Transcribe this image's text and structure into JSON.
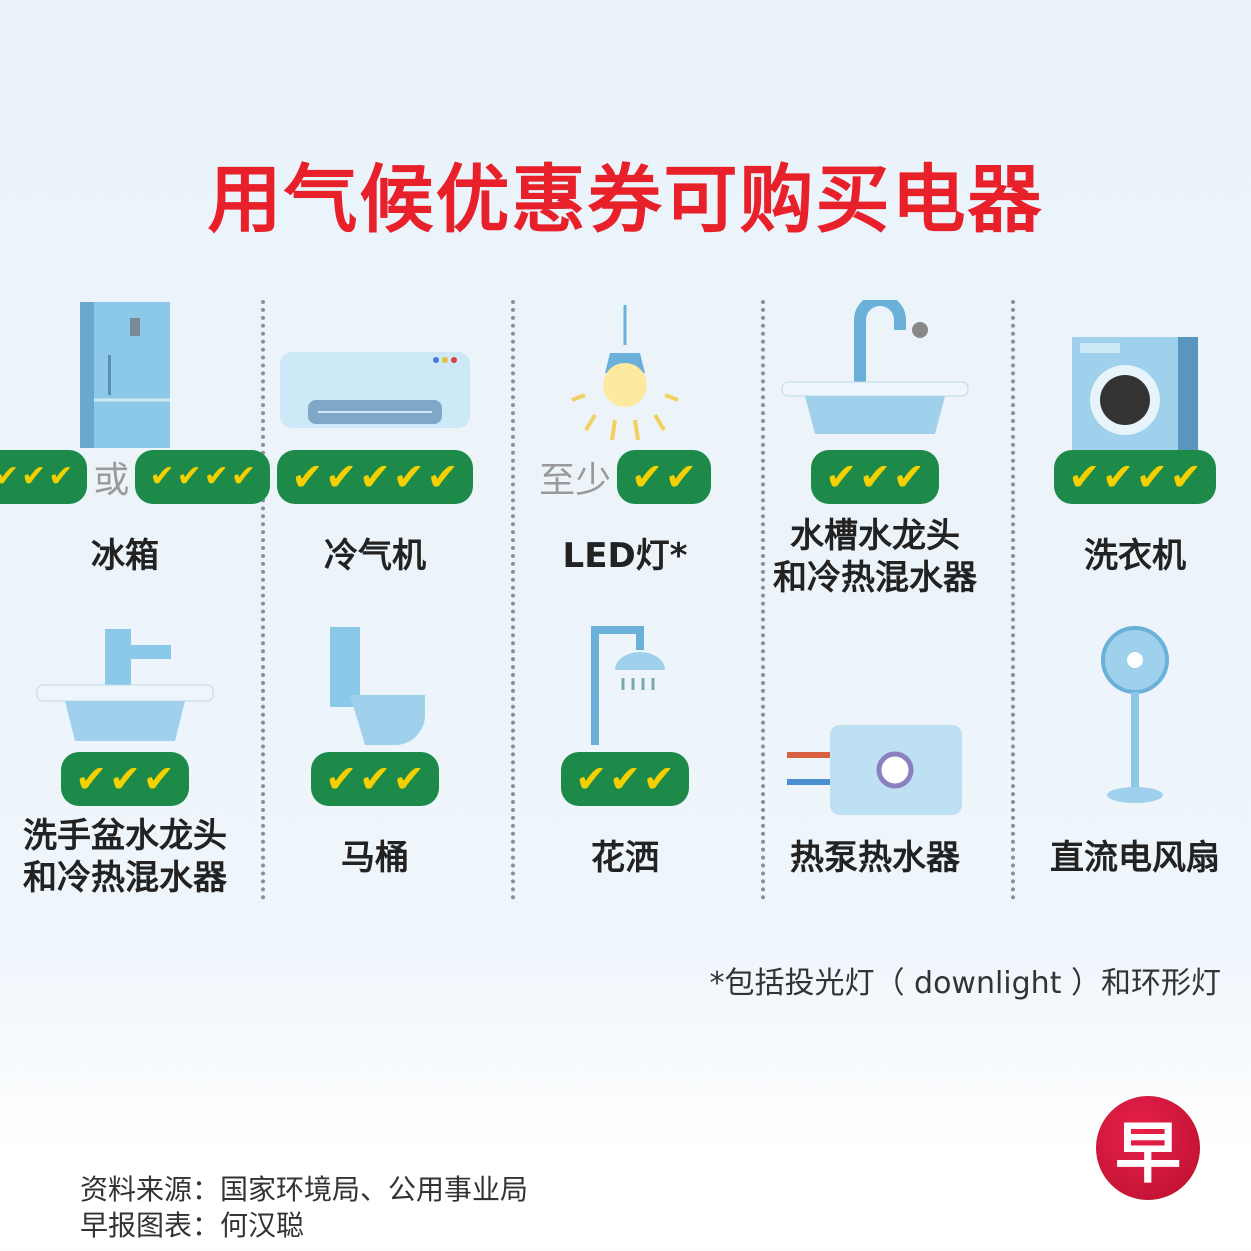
{
  "title": "用气候优惠券可购买电器",
  "colors": {
    "title": "#e8202a",
    "badge": "#1d8a4a",
    "tick": "#f5d000"
  },
  "tick_glyph": "✔",
  "items": [
    {
      "label": "冰箱",
      "ticks_options": [
        3,
        4
      ],
      "or_text": "或",
      "icon": "fridge-icon"
    },
    {
      "label": "冷气机",
      "ticks": 5,
      "icon": "air-conditioner-icon"
    },
    {
      "label": "LED灯*",
      "ticks": 2,
      "prefix": "至少",
      "icon": "light-bulb-icon"
    },
    {
      "label": "水槽水龙头\n和冷热混水器",
      "ticks": 3,
      "icon": "kitchen-sink-tap-icon"
    },
    {
      "label": "洗衣机",
      "ticks": 4,
      "icon": "washing-machine-icon"
    },
    {
      "label": "洗手盆水龙头\n和冷热混水器",
      "ticks": 3,
      "icon": "basin-tap-icon"
    },
    {
      "label": "马桶",
      "ticks": 3,
      "icon": "toilet-icon"
    },
    {
      "label": "花洒",
      "ticks": 3,
      "icon": "shower-icon"
    },
    {
      "label": "热泵热水器",
      "ticks": 0,
      "icon": "heat-pump-water-heater-icon"
    },
    {
      "label": "直流电风扇",
      "ticks": 0,
      "icon": "dc-fan-icon"
    }
  ],
  "note": "*包括投光灯（ downlight ）和环形灯",
  "credits": [
    "资料来源：国家环境局、公用事业局",
    "早报图表：何汉聪"
  ],
  "logo_text": "早"
}
